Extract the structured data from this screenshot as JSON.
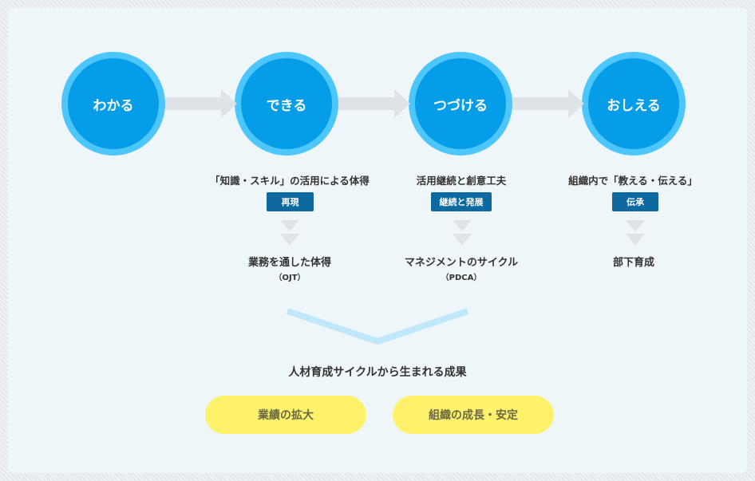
{
  "steps": [
    {
      "label": "わかる"
    },
    {
      "label": "できる",
      "desc": "「知識・スキル」の活用による体得",
      "badge": "再現",
      "result": "業務を通した体得",
      "result_sub": "（OJT）"
    },
    {
      "label": "つづける",
      "desc": "活用継続と創意工夫",
      "badge": "継続と発展",
      "result": "マネジメントのサイクル",
      "result_sub": "（PDCA）"
    },
    {
      "label": "おしえる",
      "desc": "組織内で「教える・伝える」",
      "badge": "伝承",
      "result": "部下育成"
    }
  ],
  "summary": "人材育成サイクルから生まれる成果",
  "outcomes": [
    "業績の拡大",
    "組織の成長・安定"
  ],
  "colors": {
    "circle": "#069de8",
    "circle_ring": "#4dc6fb",
    "badge": "#0e6a9e",
    "pill": "#fff26b",
    "arrow": "#dee3e7"
  }
}
